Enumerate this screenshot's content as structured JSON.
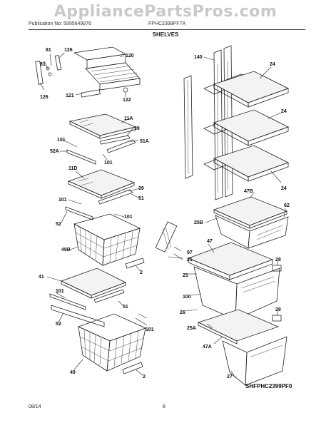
{
  "watermark": "AppliancePartsPros.com",
  "header": {
    "publication": "Publication No: 5995649976",
    "model": "FPHC2399PF7A",
    "section_title": "SHELVES"
  },
  "footer": {
    "date": "08/14",
    "page": "8"
  },
  "diagram_code": "SHFPHC2399PF0",
  "callouts": {
    "c81a": "81",
    "c126a": "126",
    "c120": "120",
    "c81b": "81",
    "c126b": "126",
    "c121": "121",
    "c122": "122",
    "c11A": "11A",
    "c39a": "39",
    "c101a": "101",
    "c51A": "51A",
    "c52A": "52A",
    "c101b": "101",
    "c11D": "11D",
    "c39b": "39",
    "c51a": "51",
    "c101c": "101",
    "c52a": "52",
    "c101d": "101",
    "c49B": "49B",
    "c2a": "2",
    "c41": "41",
    "c101e": "101",
    "c51b": "51",
    "c52b": "52",
    "c101f": "101",
    "c49": "49",
    "c2b": "2",
    "c140": "140",
    "c24a": "24",
    "c24b": "24",
    "c24c": "24",
    "c47B": "47B",
    "c62": "62",
    "c25B": "25B",
    "c97": "97",
    "c21": "21",
    "c47": "47",
    "c28a": "28",
    "c25": "25",
    "c100": "100",
    "c26": "26",
    "c28b": "28",
    "c25A": "25A",
    "c47A": "47A",
    "c27": "27"
  }
}
